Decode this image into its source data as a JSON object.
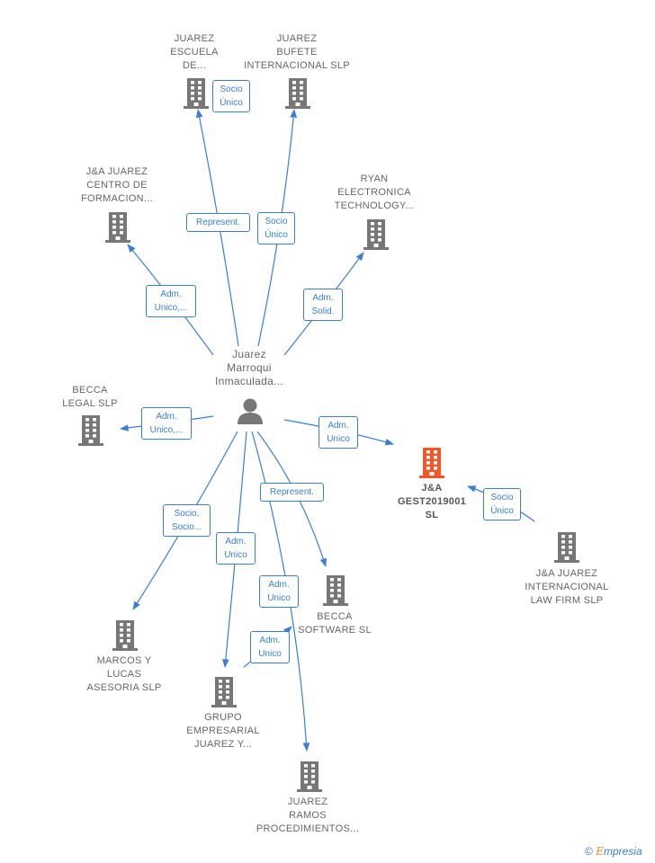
{
  "center": {
    "label": "Juarez\nMarroqui\nInmaculada..."
  },
  "companies": [
    {
      "id": "juarez-escuela",
      "label": "JUAREZ\nESCUELA\nDE..."
    },
    {
      "id": "juarez-bufete",
      "label": "JUAREZ\nBUFETE\nINTERNACIONAL SLP"
    },
    {
      "id": "ja-centro",
      "label": "J&A JUAREZ\nCENTRO DE\nFORMACION..."
    },
    {
      "id": "ryan",
      "label": "RYAN\nELECTRONICA\nTECHNOLOGY..."
    },
    {
      "id": "becca-legal",
      "label": "BECCA\nLEGAL  SLP"
    },
    {
      "id": "ja-gest",
      "label": "J&A\nGEST2019001\nSL"
    },
    {
      "id": "ja-law",
      "label": "J&A JUAREZ\nINTERNACIONAL\nLAW FIRM  SLP"
    },
    {
      "id": "becca-software",
      "label": "BECCA\nSOFTWARE  SL"
    },
    {
      "id": "marcos",
      "label": "MARCOS Y\nLUCAS\nASESORIA  SLP"
    },
    {
      "id": "grupo",
      "label": "GRUPO\nEMPRESARIAL\nJUAREZ Y..."
    },
    {
      "id": "ramos",
      "label": "JUAREZ\nRAMOS\nPROCEDIMIENTOS..."
    }
  ],
  "relations": [
    {
      "id": "escuela",
      "label": "Socio\nÚnico"
    },
    {
      "id": "represent-escuela",
      "label": "Represent."
    },
    {
      "id": "bufete",
      "label": "Socio\nÚnico"
    },
    {
      "id": "centro",
      "label": "Adm.\nUnico,..."
    },
    {
      "id": "ryan",
      "label": "Adm.\nSolid."
    },
    {
      "id": "becca-legal",
      "label": "Adm.\nUnico,..."
    },
    {
      "id": "gest",
      "label": "Adm.\nUnico"
    },
    {
      "id": "law",
      "label": "Socio\nÚnico"
    },
    {
      "id": "represent-software",
      "label": "Represent."
    },
    {
      "id": "marcos",
      "label": "Socio,\nSocio..."
    },
    {
      "id": "grupo",
      "label": "Adm.\nUnico"
    },
    {
      "id": "ramos",
      "label": "Adm.\nUnico"
    },
    {
      "id": "grupo-ramos",
      "label": "Adm.\nUnico"
    }
  ],
  "colors": {
    "edge": "#3a7fd4",
    "building": "#777777",
    "highlight": "#f0582c",
    "person": "#777777"
  },
  "brand": {
    "symbol": "©",
    "initial": "E",
    "rest": "mpresia"
  }
}
